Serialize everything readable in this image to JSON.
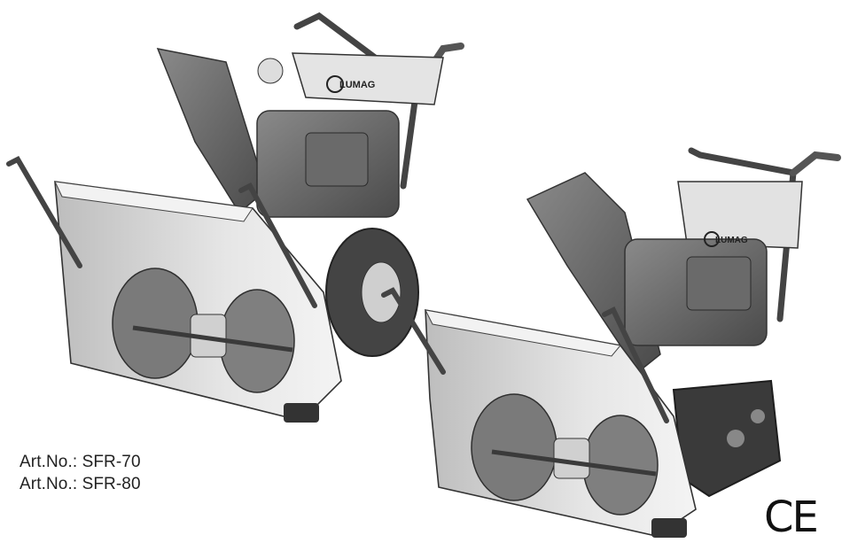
{
  "brand_logo_text": "LUMAG",
  "article_numbers": [
    "Art.No.: SFR-70",
    "Art.No.: SFR-80"
  ],
  "ce_mark": "CE"
}
